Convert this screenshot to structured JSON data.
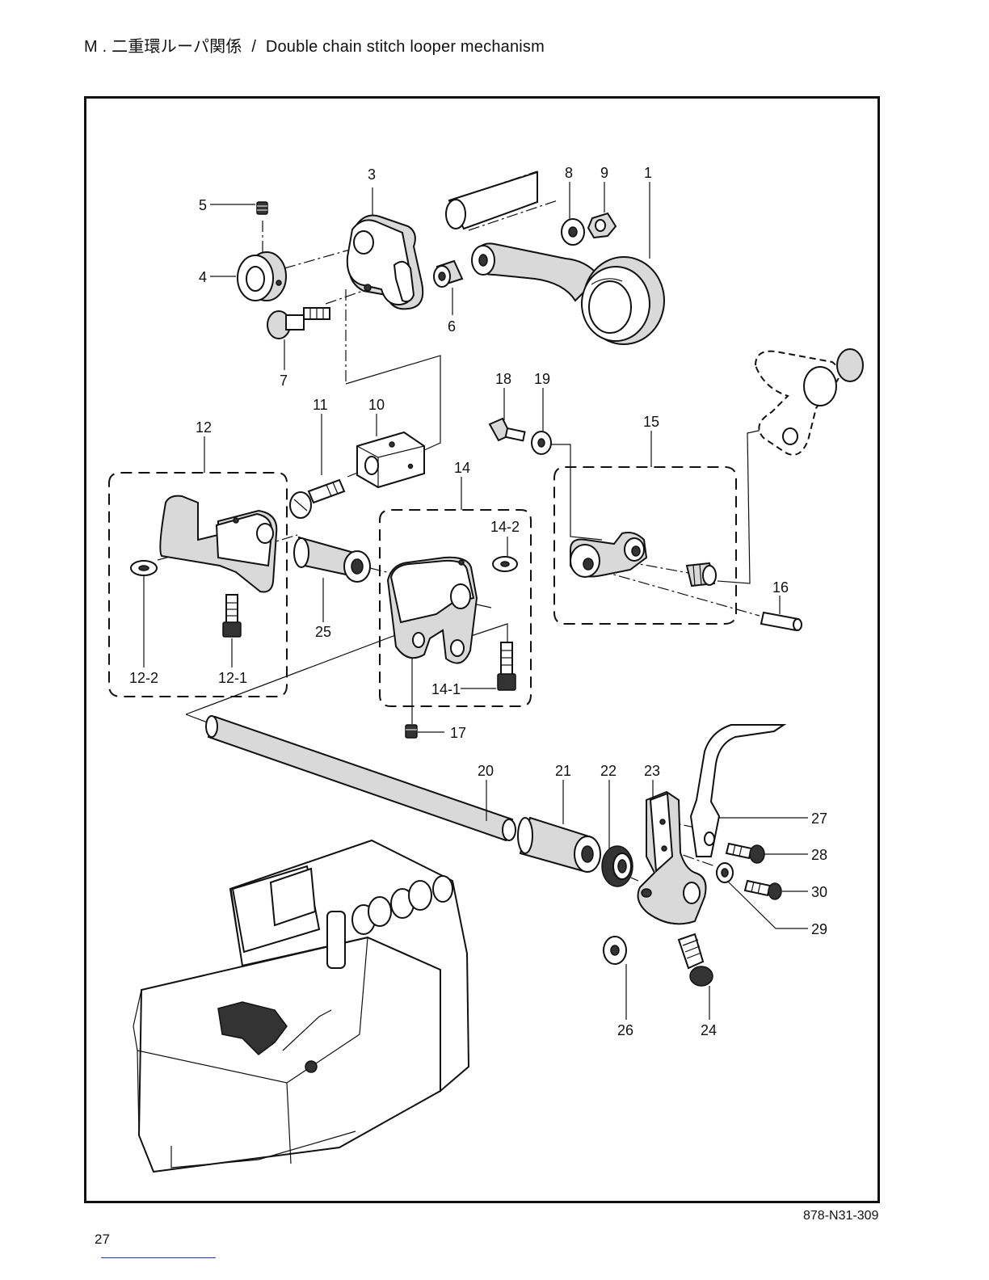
{
  "header": {
    "section_letter": "M .",
    "title_japanese": "二重環ルーパ関係",
    "separator": "/",
    "title_english": "Double chain stitch looper mechanism"
  },
  "callouts": [
    "1",
    "3",
    "4",
    "5",
    "6",
    "7",
    "8",
    "9",
    "10",
    "11",
    "12",
    "12-1",
    "12-2",
    "14",
    "14-1",
    "14-2",
    "15",
    "16",
    "17",
    "18",
    "19",
    "20",
    "21",
    "22",
    "23",
    "24",
    "25",
    "26",
    "27",
    "28",
    "29",
    "30"
  ],
  "footer": {
    "part_code": "878-N31-309",
    "page_number": "27"
  }
}
